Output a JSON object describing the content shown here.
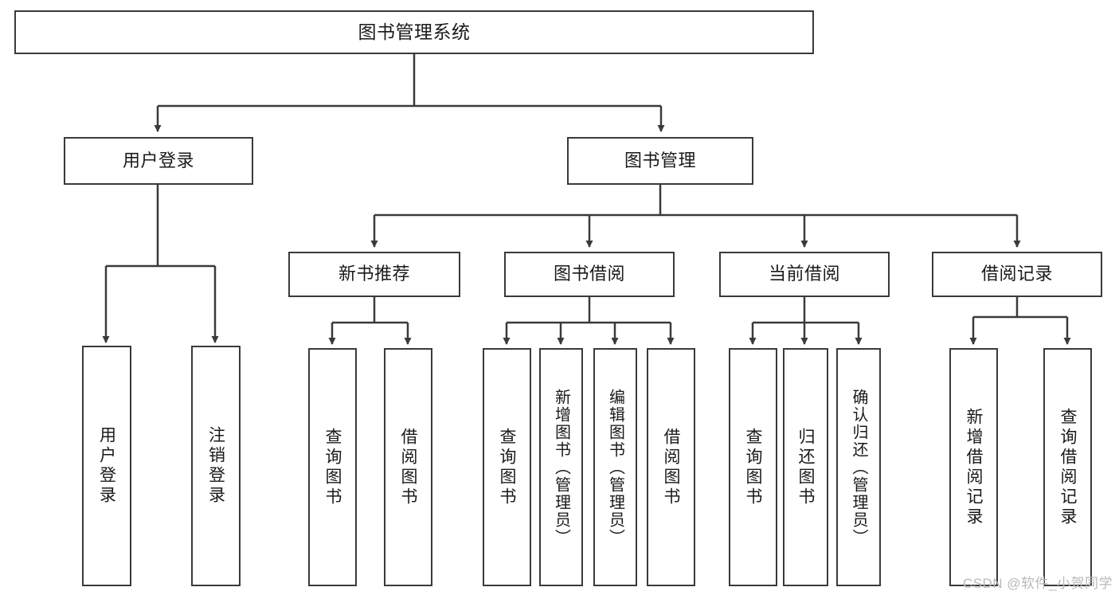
{
  "diagram": {
    "title": "图书管理系统",
    "root": {
      "label": "图书管理系统"
    },
    "tier1": [
      {
        "label": "用户登录"
      },
      {
        "label": "图书管理"
      }
    ],
    "tier2": [
      {
        "label": "新书推荐"
      },
      {
        "label": "图书借阅"
      },
      {
        "label": "当前借阅"
      },
      {
        "label": "借阅记录"
      }
    ],
    "leaves": {
      "user_login": [
        {
          "label": "用户登录"
        },
        {
          "label": "注销登录"
        }
      ],
      "new_book_recommend": [
        {
          "label": "查询图书"
        },
        {
          "label": "借阅图书"
        }
      ],
      "book_borrow": [
        {
          "label": "查询图书"
        },
        {
          "label": "新增图书（管理员）"
        },
        {
          "label": "编辑图书（管理员）"
        },
        {
          "label": "借阅图书"
        }
      ],
      "current_borrow": [
        {
          "label": "查询图书"
        },
        {
          "label": "归还图书"
        },
        {
          "label": "确认归还（管理员）"
        }
      ],
      "borrow_record": [
        {
          "label": "新增借阅记录"
        },
        {
          "label": "查询借阅记录"
        }
      ]
    }
  },
  "watermark": {
    "text": "CSDN @软件_小贺同学"
  },
  "colors": {
    "stroke": "#3a3a3a",
    "background": "#ffffff",
    "text": "#1a1a1a",
    "watermark": "#b9b9b9"
  }
}
